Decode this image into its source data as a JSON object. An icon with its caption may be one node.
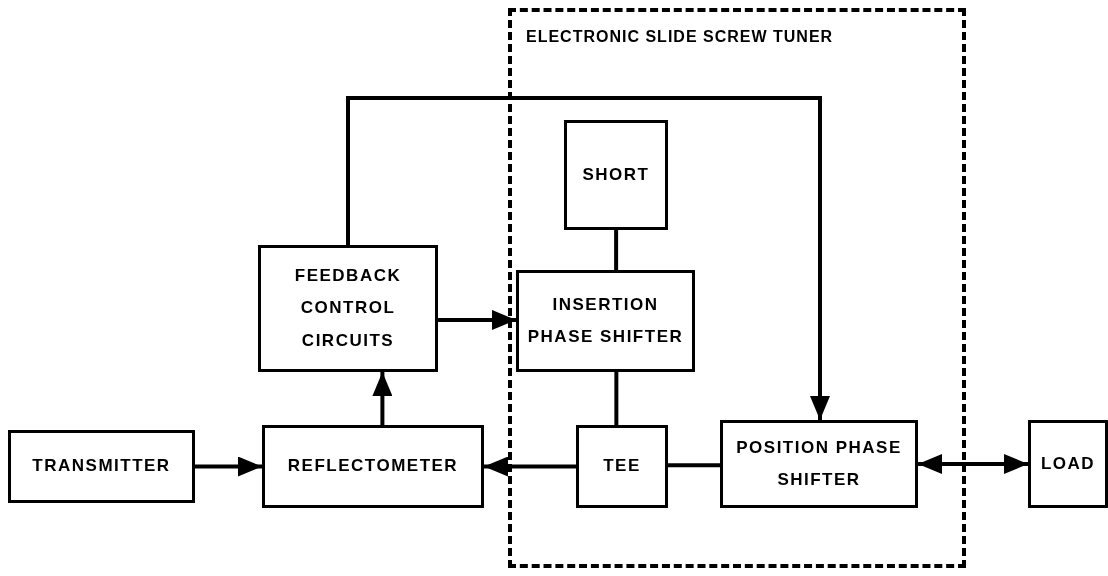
{
  "diagram": {
    "nodes": [
      {
        "text": [
          "ELECTRONIC SLIDE SCREW TUNER"
        ]
      },
      {
        "text": [
          "SHORT"
        ],
        "in": 0
      },
      {
        "text": [
          "FEEDBACK CONTROL CIRCUITS"
        ]
      },
      {
        "text": [
          "INSERTION PHASE SHIFTER"
        ],
        "in": 0
      },
      {
        "text": [
          "TRANSMITTER"
        ]
      },
      {
        "text": [
          "REFLECTOMETER"
        ]
      },
      {
        "text": [
          "TEE"
        ],
        "in": 0
      },
      {
        "text": [
          "POSITION PHASE SHIFTER"
        ],
        "in": 0
      },
      {
        "text": [
          "LOAD"
        ]
      }
    ],
    "edges": [
      {
        "from": 4,
        "to": 5,
        "arrow": "to"
      },
      {
        "from": 6,
        "to": 5,
        "arrow": "to"
      },
      {
        "from": 5,
        "to": 2,
        "arrow": "to"
      },
      {
        "from": 2,
        "to": 3,
        "arrow": "to"
      },
      {
        "from": 2,
        "to": 7,
        "arrow": "to"
      },
      {
        "from": 1,
        "to": 3,
        "arrow": "none"
      },
      {
        "from": 3,
        "to": 6,
        "arrow": "none"
      },
      {
        "from": 6,
        "to": 7,
        "arrow": "none"
      },
      {
        "from": 7,
        "to": 8,
        "arrow": "both"
      }
    ]
  }
}
